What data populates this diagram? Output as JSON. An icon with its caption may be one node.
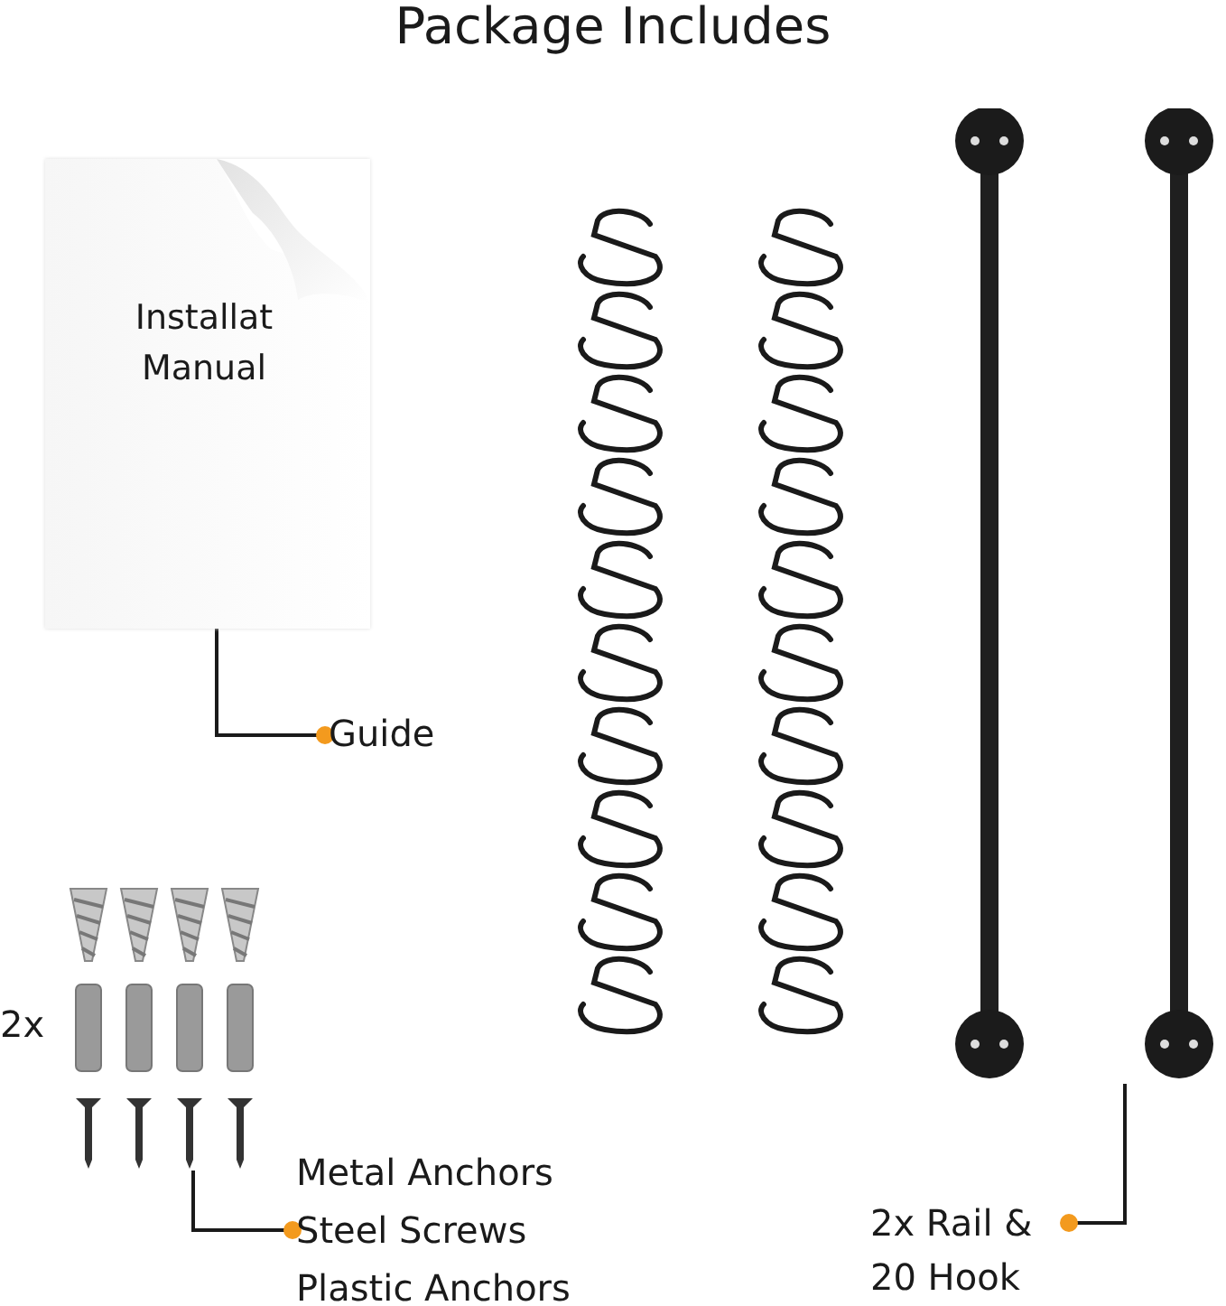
{
  "diagram": {
    "title": "Package Includes",
    "nodes": [
      {
        "text": [
          "Installat Manual"
        ]
      },
      {
        "text": [
          "Guide"
        ]
      },
      {
        "text": [],
        "shape": "picture",
        "beside": [
          "2x"
        ]
      },
      {
        "text": [
          "Metal Anchors",
          "Steel Screws",
          "Plastic Anchors"
        ]
      },
      {
        "text": [],
        "shape": "picture"
      },
      {
        "text": [
          "2x Rail & 20 Hook"
        ]
      }
    ],
    "edges": [
      {
        "from": 1,
        "to": 0,
        "arrow": "other"
      },
      {
        "from": 3,
        "to": 2,
        "arrow": "other"
      },
      {
        "from": 5,
        "to": 4,
        "arrow": "other"
      }
    ]
  }
}
